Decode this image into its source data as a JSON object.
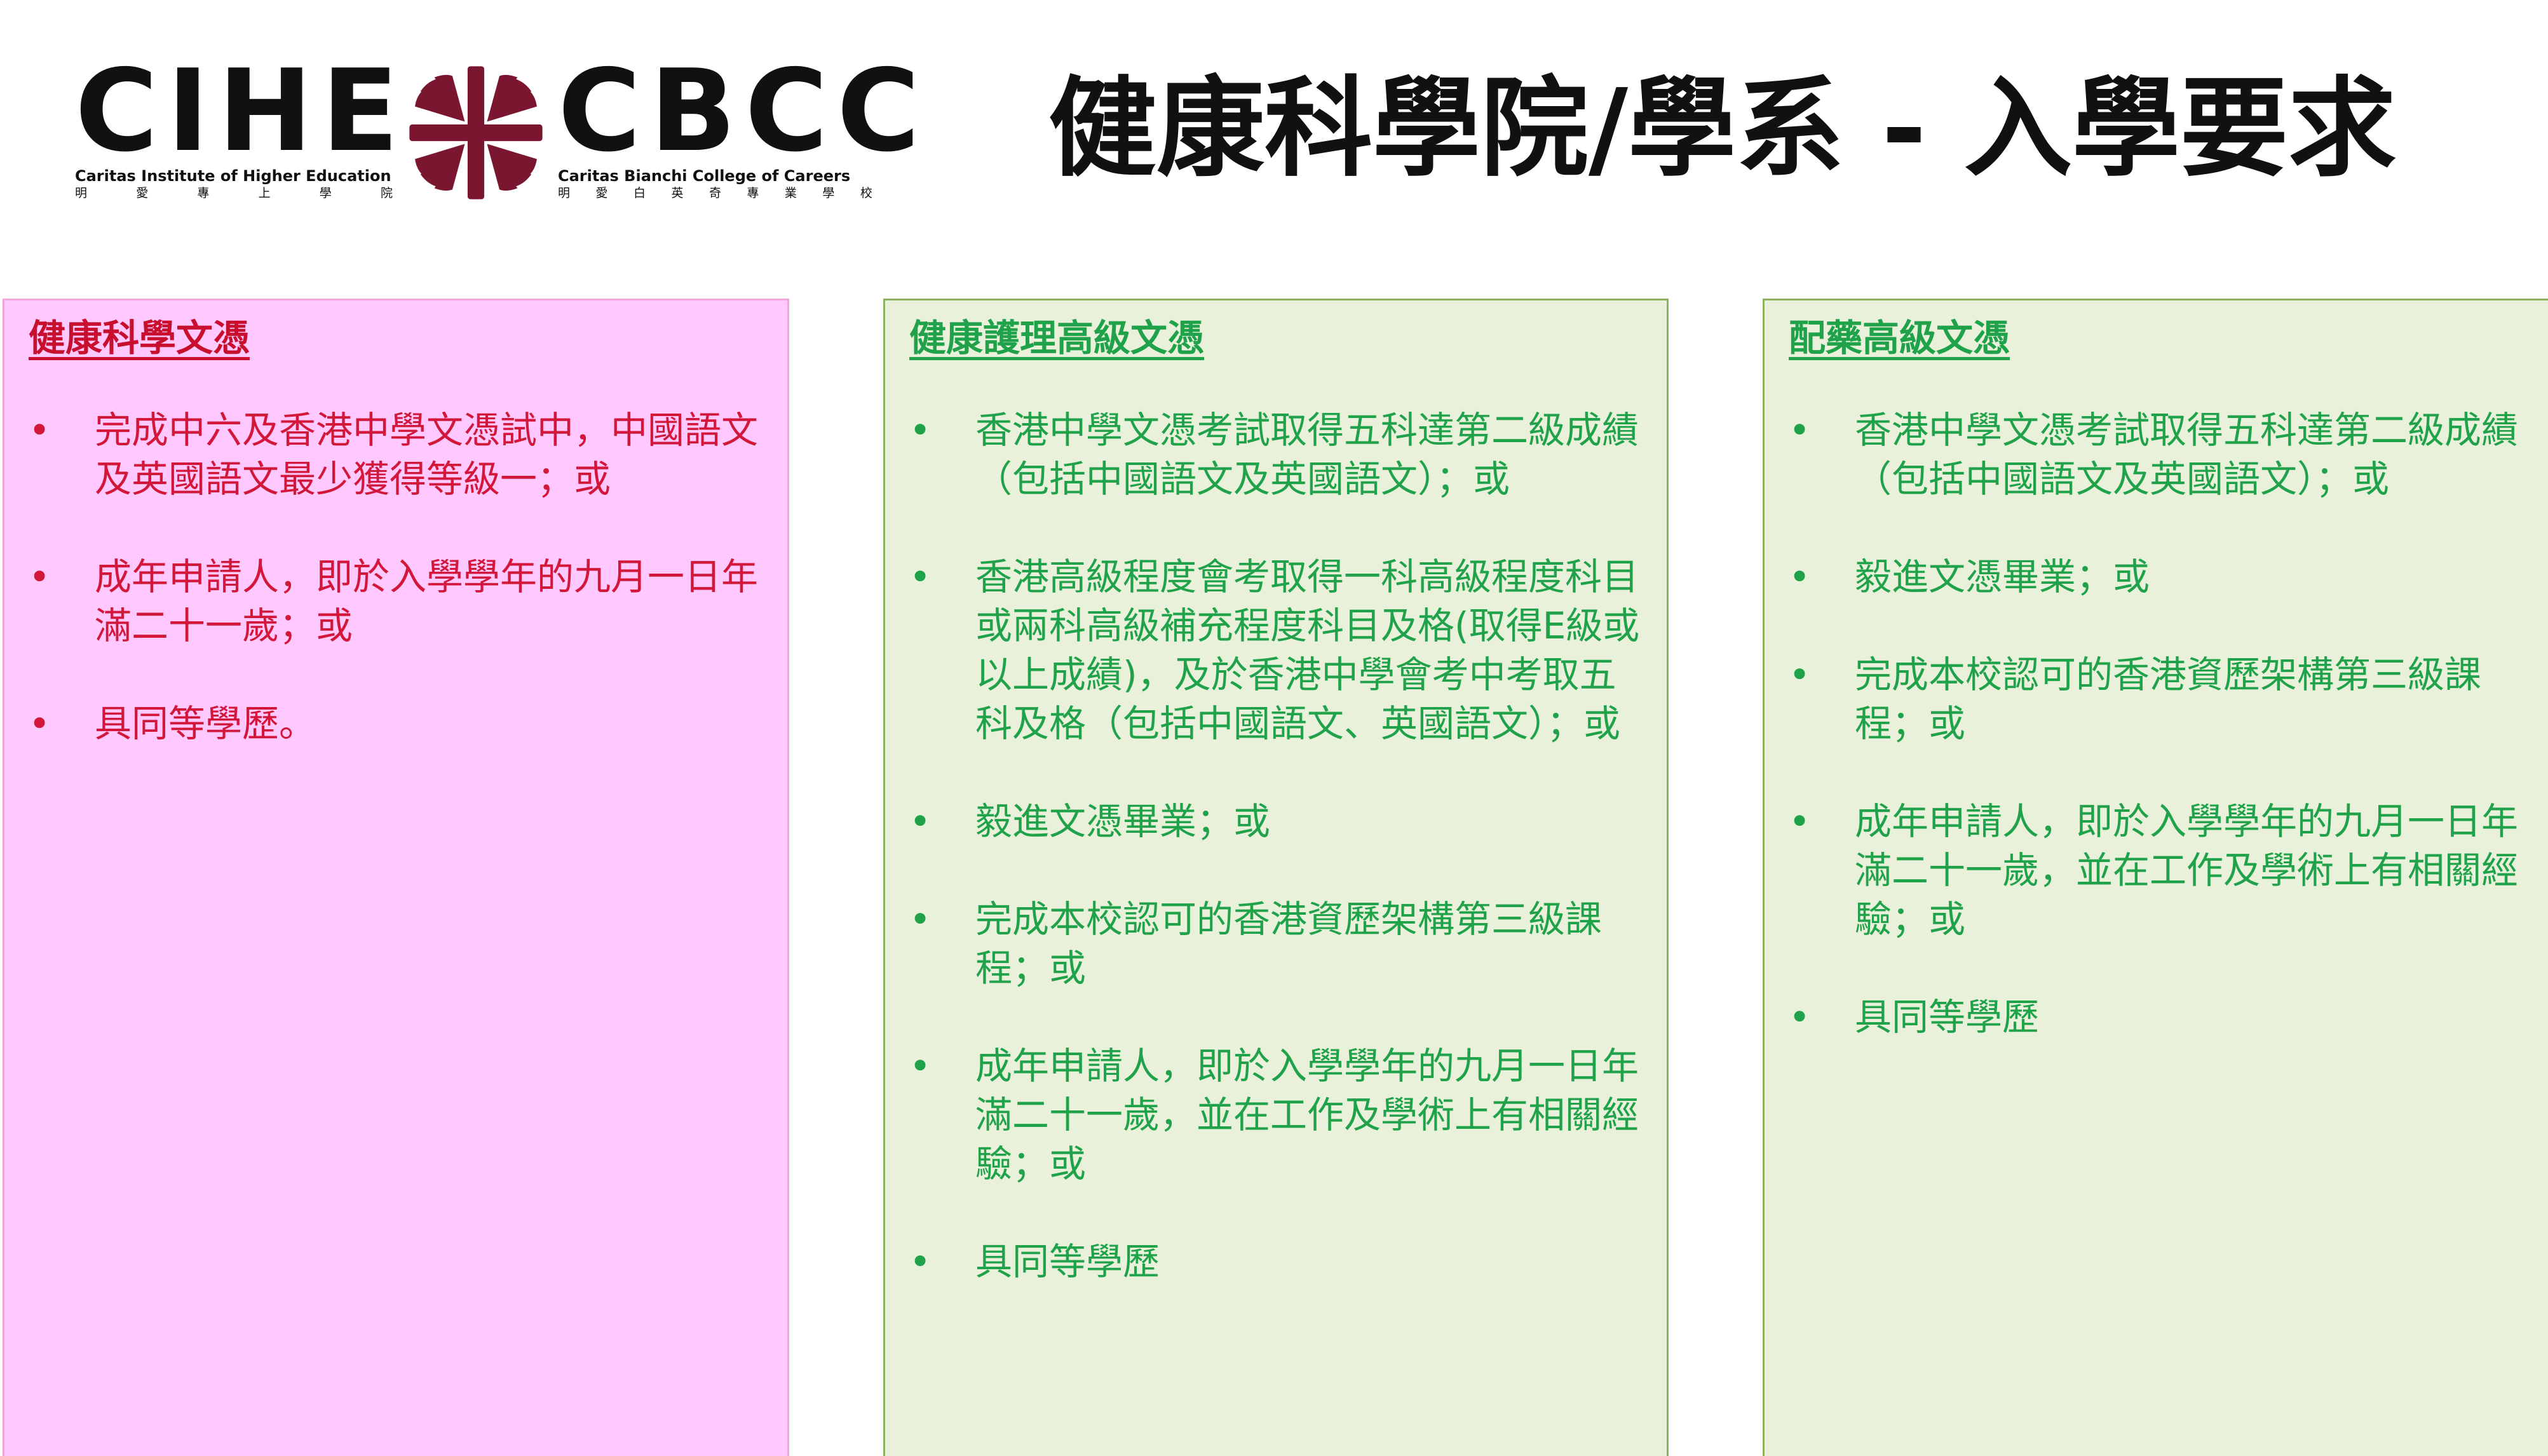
{
  "logos": {
    "cihe": {
      "word": "CIHE",
      "english": "Caritas Institute of Higher Education",
      "chinese": [
        "明",
        "愛",
        "專",
        "上",
        "學",
        "院"
      ]
    },
    "cbcc": {
      "word": "CBCC",
      "english": "Caritas Bianchi College of Careers",
      "chinese": [
        "明",
        "愛",
        "白",
        "英",
        "奇",
        "專",
        "業",
        "學",
        "校"
      ]
    },
    "cross_color": "#7a1630"
  },
  "title": "健康科學院/學系 - 入學要求",
  "columns": [
    {
      "heading": "健康科學文憑",
      "items": [
        "完成中六及香港中學文憑試中，中國語文及英國語文最少獲得等級一；或",
        "成年申請人，即於入學學年的九月一日年滿二十一歲；或",
        "具同等學歷。"
      ]
    },
    {
      "heading": "健康護理高級文憑",
      "items": [
        "香港中學文憑考試取得五科達第二級成績（包括中國語文及英國語文）；或",
        "香港高級程度會考取得一科高級程度科目或兩科高級補充程度科目及格(取得E級或以上成績)，及於香港中學會考中考取五科及格（包括中國語文、英國語文）；或",
        "毅進文憑畢業；或",
        "完成本校認可的香港資歷架構第三級課程；或",
        "成年申請人，即於入學學年的九月一日年滿二十一歲，並在工作及學術上有相關經驗；或",
        "具同等學歷"
      ]
    },
    {
      "heading": "配藥高級文憑",
      "items": [
        "香港中學文憑考試取得五科達第二級成績（包括中國語文及英國語文）；或",
        "毅進文憑畢業；或",
        "完成本校認可的香港資歷架構第三級課程；或",
        "成年申請人，即於入學學年的九月一日年滿二十一歲，並在工作及學術上有相關經驗；或",
        "具同等學歷"
      ]
    }
  ],
  "colors": {
    "pink_background": "#ffc9ff",
    "green_background": "#e9f1da",
    "red_text": "#d3173a",
    "green_text": "#1fa24a"
  }
}
